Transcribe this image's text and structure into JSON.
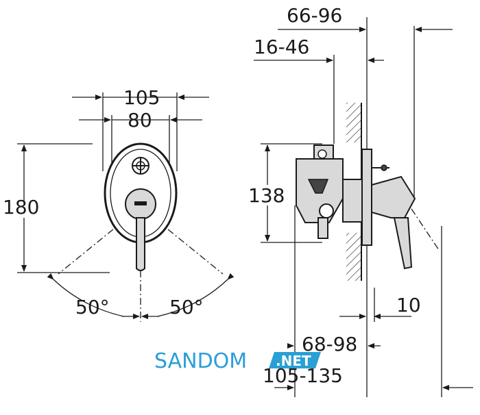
{
  "front_view": {
    "dim_width_outer": "105",
    "dim_width_inner": "80",
    "dim_height": "180",
    "angle_left": "50°",
    "angle_right": "50°"
  },
  "side_view": {
    "dim_top_1": "66-96",
    "dim_top_2": "16-46",
    "dim_height": "138",
    "dim_offset": "10",
    "dim_bottom_1": "68-98",
    "dim_bottom_2": "105-135"
  },
  "watermark": {
    "text": "SANDOM",
    "badge": ".NET"
  }
}
